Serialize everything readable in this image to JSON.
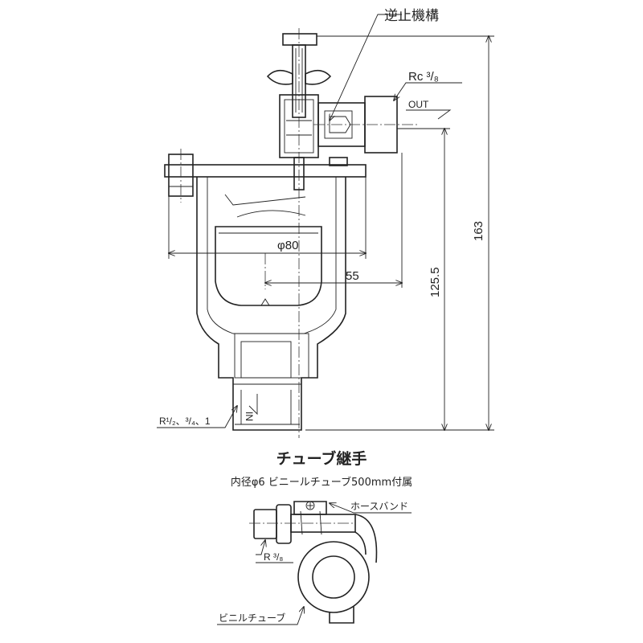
{
  "labels": {
    "check_mechanism": "逆止機構",
    "outlet_thread": "Rc ³/₈",
    "outlet": "OUT",
    "inlet": "IN",
    "inlet_thread": "R¹/₂、³/₄、1",
    "tube_fitting_title": "チューブ継手",
    "tube_fitting_note": "内径φ6 ビニールチューブ500mm付属",
    "hose_band": "ホースバンド",
    "fitting_thread": "R ³/₈",
    "vinyl_tube": "ビニルチューブ"
  },
  "dimensions": {
    "total_height": "163",
    "outlet_height": "125.5",
    "diameter": "φ80",
    "outlet_offset": "55"
  }
}
